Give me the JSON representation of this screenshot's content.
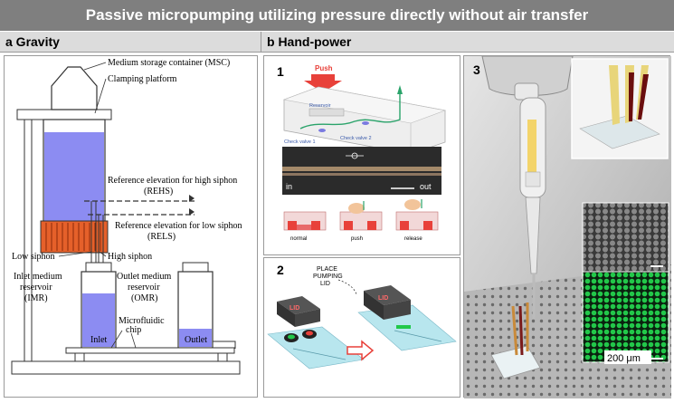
{
  "title": "Passive micropumping utilizing pressure directly without air transfer",
  "panel_a": {
    "header": "a Gravity",
    "labels": {
      "msc": "Medium storage container (MSC)",
      "clamp": "Clamping platform",
      "rehs1": "Reference elevation for high siphon",
      "rehs2": "(REHS)",
      "rels1": "Reference elevation for low siphon",
      "rels2": "(RELS)",
      "low_siphon": "Low siphon",
      "high_siphon": "High siphon",
      "imr1": "Inlet medium",
      "imr2": "reservoir",
      "imr3": "(IMR)",
      "omr1": "Outlet medium",
      "omr2": "reservoir",
      "omr3": "(OMR)",
      "chip1": "Microfluidic",
      "chip2": "chip",
      "inlet": "Inlet",
      "outlet": "Outlet"
    }
  },
  "panel_b": {
    "header": "b Hand-power",
    "sub1": {
      "num": "1",
      "push": "Push",
      "reservoir": "Reservoir",
      "check1": "Check valve 1",
      "check2": "Check valve 2",
      "in": "in",
      "out": "out",
      "steps": [
        "normal",
        "push",
        "release"
      ]
    },
    "sub2": {
      "num": "2",
      "caption1": "PLACE",
      "caption2": "PUMPING",
      "caption3": "LID",
      "lid": "LID"
    },
    "sub3": {
      "num": "3",
      "scale": "200 μm"
    }
  },
  "colors": {
    "banner": "#7f7f7f",
    "header": "#dcdcdc",
    "medium_blue": "#8c8cf2",
    "clamp_orange": "#e5602a",
    "push_red": "#e8413a",
    "chip_cyan": "#b8e6ee",
    "fluorescent_green": "#22c84a"
  }
}
